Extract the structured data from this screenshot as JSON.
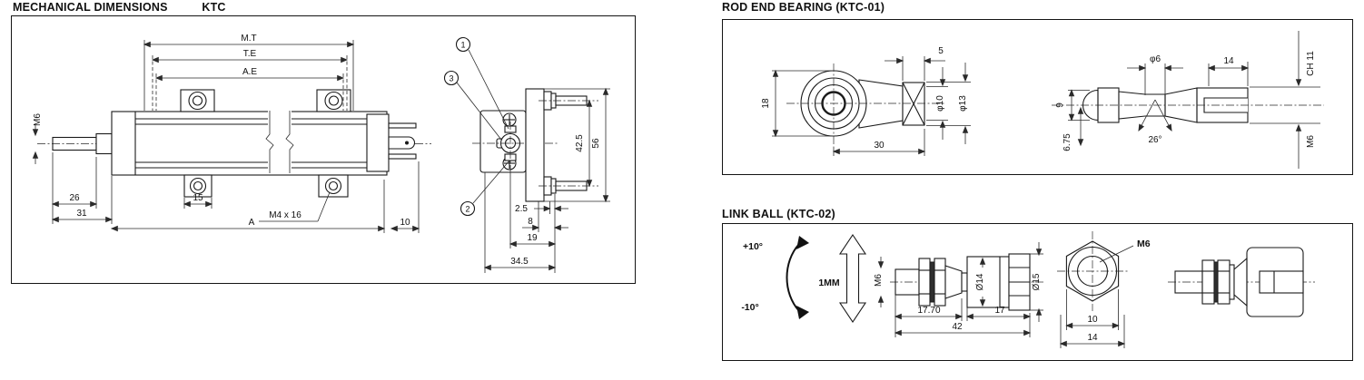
{
  "titles": {
    "mechanical": "MECHANICAL DIMENSIONS",
    "mechanical_model": "KTC",
    "rod_end": "ROD END BEARING (KTC-01)",
    "link_ball": "LINK BALL (KTC-02)"
  },
  "colors": {
    "ink": "#1a1a1a",
    "background": "#ffffff"
  },
  "mechanical": {
    "dim_mt": "M.T",
    "dim_te": "T.E",
    "dim_ae": "A.E",
    "rod_thread": "M6",
    "dim_26": "26",
    "dim_31": "31",
    "dim_15": "15",
    "dim_a": "A",
    "screw_callout": "M4 x 16",
    "dim_10": "10",
    "callout_1": "1",
    "callout_2": "2",
    "callout_3": "3",
    "dim_42_5": "42.5",
    "dim_56": "56",
    "dim_2_5": "2.5",
    "dim_8": "8",
    "dim_19": "19",
    "dim_34_5": "34.5"
  },
  "rod_end": {
    "dim_18": "18",
    "dim_5": "5",
    "dim_d10": "φ10",
    "dim_d13": "φ13",
    "dim_30": "30",
    "dim_d6": "φ6",
    "dim_14": "14",
    "dim_ch11": "CH 11",
    "dim_9": "9",
    "dim_6_75": "6.75",
    "dim_26deg": "26°",
    "dim_m6": "M6"
  },
  "link_ball": {
    "angle_plus": "+10°",
    "angle_minus": "-10°",
    "travel": "1MM",
    "dim_m6": "M6",
    "dim_17_70": "17.70",
    "dim_d14": "Ø14",
    "dim_d15": "Ø15",
    "dim_17": "17",
    "dim_42": "42",
    "nut_thread": "M6",
    "dim_10": "10",
    "dim_14": "14"
  }
}
